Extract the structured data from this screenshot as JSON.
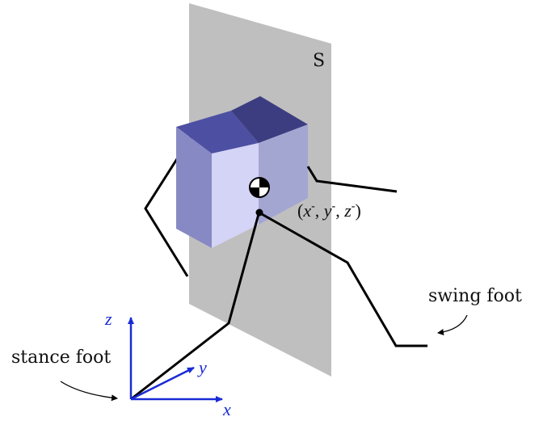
{
  "plane_label": "S",
  "com_label": {
    "open": "(",
    "x": "x",
    "y": "y",
    "z": "z",
    "sup": "-",
    "sep": ", ",
    "close": ")"
  },
  "swing_foot_label": "swing foot",
  "stance_foot_label": "stance foot",
  "axes": {
    "x": "x",
    "y": "y",
    "z": "z"
  },
  "colors": {
    "plane": "#bfbfbf",
    "box_top_left": "#4d4fa3",
    "box_top_right": "#3c3d80",
    "box_left": "#8789c4",
    "box_front": "#d3d4f6",
    "box_right": "#a4a6d2",
    "axis": "#1a2bd6",
    "leg": "#000000"
  }
}
